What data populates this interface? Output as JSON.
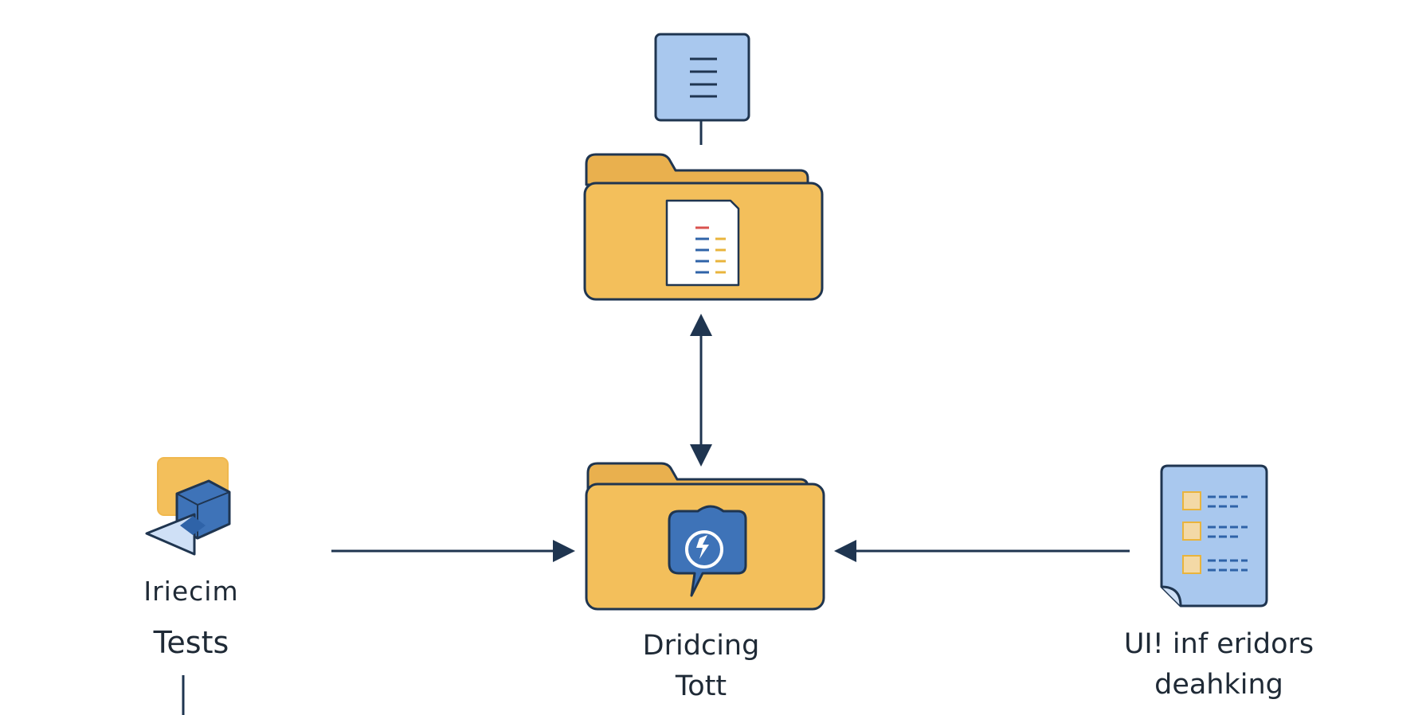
{
  "diagram": {
    "nodes": {
      "top_document": {
        "icon": "document-icon"
      },
      "top_folder": {
        "icon": "folder-with-document-icon"
      },
      "left_source": {
        "icon": "cube-icon",
        "label_line1": "Iriecim",
        "label_line2": "Tests"
      },
      "center_folder": {
        "icon": "folder-with-sync-icon",
        "label_line1": "Dridcing",
        "label_line2": "Tott"
      },
      "right_source": {
        "icon": "document-list-icon",
        "label_line1": "UI! inf eridors",
        "label_line2": "deahking"
      }
    },
    "edges": [
      {
        "from": "top_document",
        "to": "top_folder",
        "style": "line"
      },
      {
        "from": "top_folder",
        "to": "center_folder",
        "style": "double-arrow"
      },
      {
        "from": "left_source",
        "to": "center_folder",
        "style": "arrow"
      },
      {
        "from": "right_source",
        "to": "center_folder",
        "style": "arrow"
      }
    ]
  },
  "colors": {
    "stroke": "#1f3550",
    "folder_fill": "#f3bf5b",
    "folder_back": "#e9b04e",
    "blue_fill": "#a9c8ee",
    "blue_dark": "#3e73b8",
    "paper": "#ffffff",
    "accent_red": "#d9534f",
    "accent_yellow": "#e9b43c",
    "accent_blue": "#2f63a8"
  }
}
